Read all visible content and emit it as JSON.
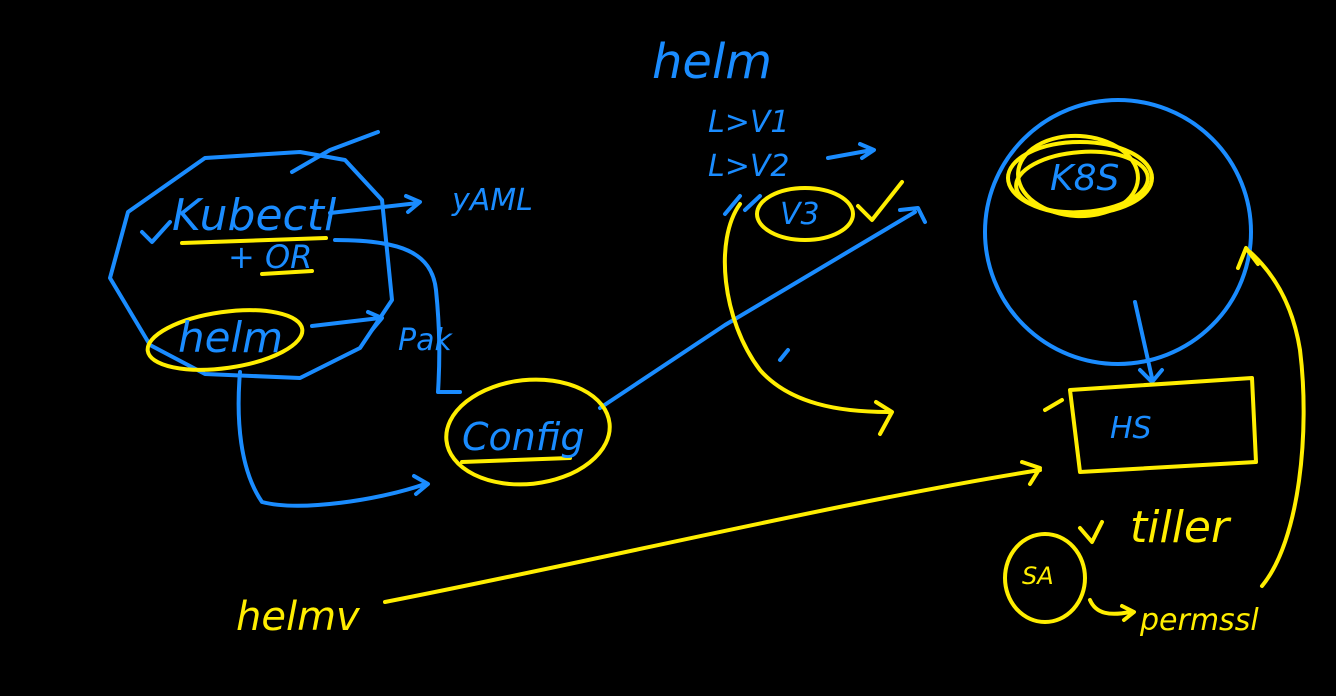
{
  "colors": {
    "background": "#000000",
    "blue": "#1a8cff",
    "yellow": "#ffee00"
  },
  "labels": {
    "title": "helm",
    "v1": "L>V1",
    "v2": "L>V2",
    "v3": "V3",
    "kubectl": "Kubectl",
    "or": "+ OR",
    "helm_left": "helm",
    "yaml": "yAML",
    "pak": "Pak",
    "config": "Config",
    "k8s": "K8S",
    "hs": "HS",
    "tiller": "tiller",
    "sa": "SA",
    "permission": "permssl",
    "helmv": "helmv"
  }
}
